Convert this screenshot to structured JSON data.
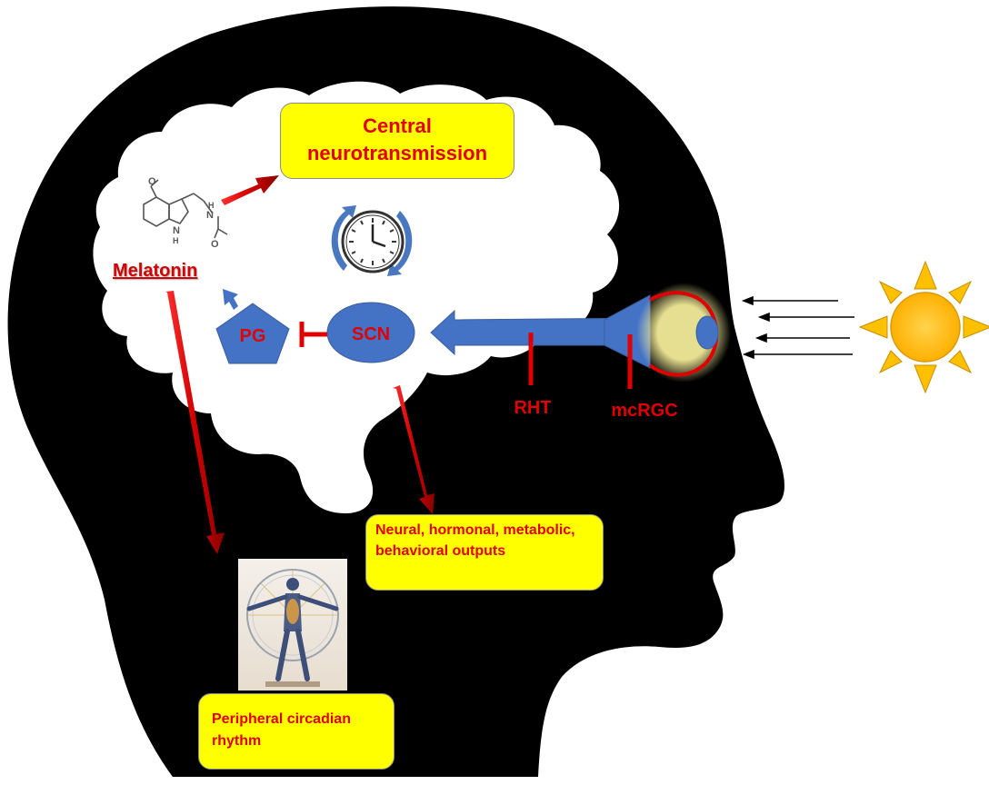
{
  "labels": {
    "central": "Central neurotransmission",
    "melatonin": "Melatonin",
    "pg": "PG",
    "scn": "SCN",
    "rht": "RHT",
    "mcrgc": "mcRGC",
    "outputs": "Neural, hormonal, metabolic, behavioral outputs",
    "peripheral": "Peripheral circadian rhythm",
    "molecule_o": "O",
    "molecule_nh": "N",
    "molecule_h": "H",
    "molecule_nh_ring": "N",
    "molecule_h_ring": "H",
    "molecule_o2": "O"
  },
  "colors": {
    "head": "#000000",
    "brain": "#ffffff",
    "pathway_blue": "#4472c4",
    "label_red": "#e00000",
    "arrow_red": "#d40000",
    "box_yellow": "#ffff00",
    "sun": "#ffc000",
    "clock_arrows": "#4a78c0"
  },
  "icons": [
    "sun-icon",
    "clock-icon",
    "eye-icon",
    "melatonin-molecule-icon",
    "human-figure-icon"
  ]
}
